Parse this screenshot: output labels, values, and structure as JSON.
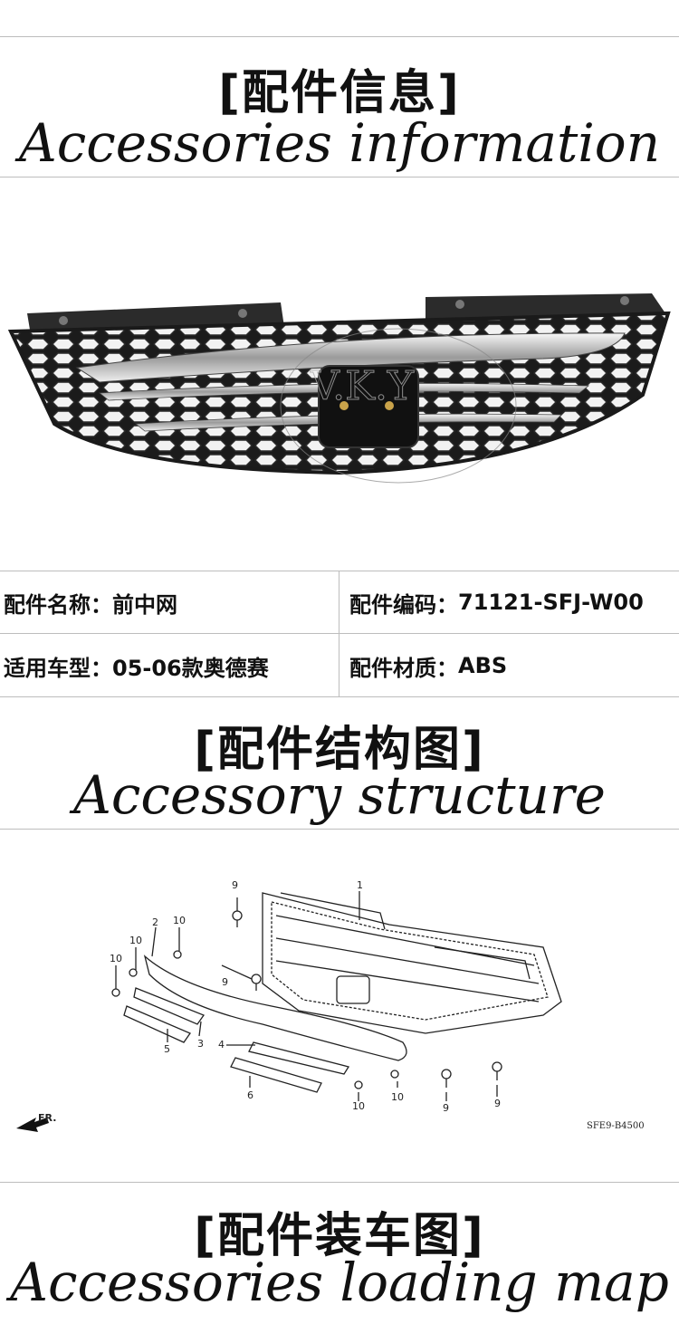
{
  "sections": {
    "info": {
      "title_cn": "[配件信息]",
      "title_en": "Accessories information"
    },
    "structure": {
      "title_cn": "[配件结构图]",
      "title_en": "Accessory structure"
    },
    "loading": {
      "title_cn": "[配件装车图]",
      "title_en": "Accessories loading map"
    }
  },
  "watermark": "V.K.Y",
  "info_table": {
    "rows": [
      [
        {
          "label": "配件名称：",
          "value": "前中网"
        },
        {
          "label": "配件编码：",
          "value": "71121-SFJ-W00"
        }
      ],
      [
        {
          "label": "适用车型：",
          "value": "05-06款奥德赛"
        },
        {
          "label": "配件材质：",
          "value": "ABS"
        }
      ]
    ]
  },
  "diagram": {
    "callouts": [
      "1",
      "2",
      "3",
      "4",
      "5",
      "6",
      "9",
      "10"
    ],
    "direction_label": "FR.",
    "code": "SFE9-B4500"
  },
  "colors": {
    "grille_black": "#1e1e1e",
    "chrome": "#d9d9d9",
    "divider": "#bdbdbd"
  }
}
